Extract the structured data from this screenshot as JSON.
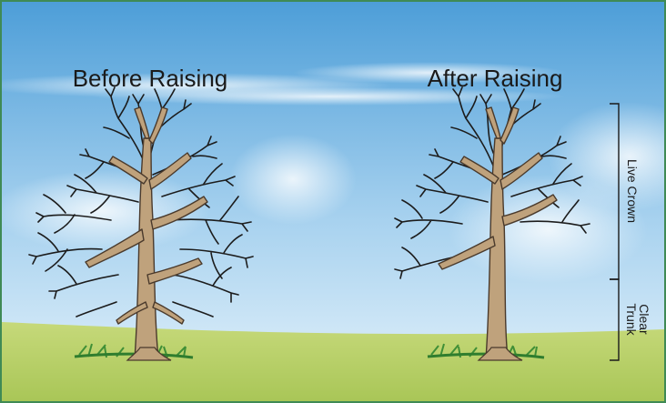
{
  "headings": {
    "before": "Before Raising",
    "after": "After Raising"
  },
  "zones": {
    "live_crown": "Live Crown",
    "clear_trunk_line1": "Clear",
    "clear_trunk_line2": "Trunk"
  },
  "colors": {
    "frame": "#3f8a55",
    "sky_top": "#4d9ed8",
    "sky_bottom": "#e6f3fb",
    "ground": "#b7cf63",
    "bark": "#bfa27c",
    "bark_outline": "#4a3a2c",
    "branch": "#1c1c1c"
  }
}
